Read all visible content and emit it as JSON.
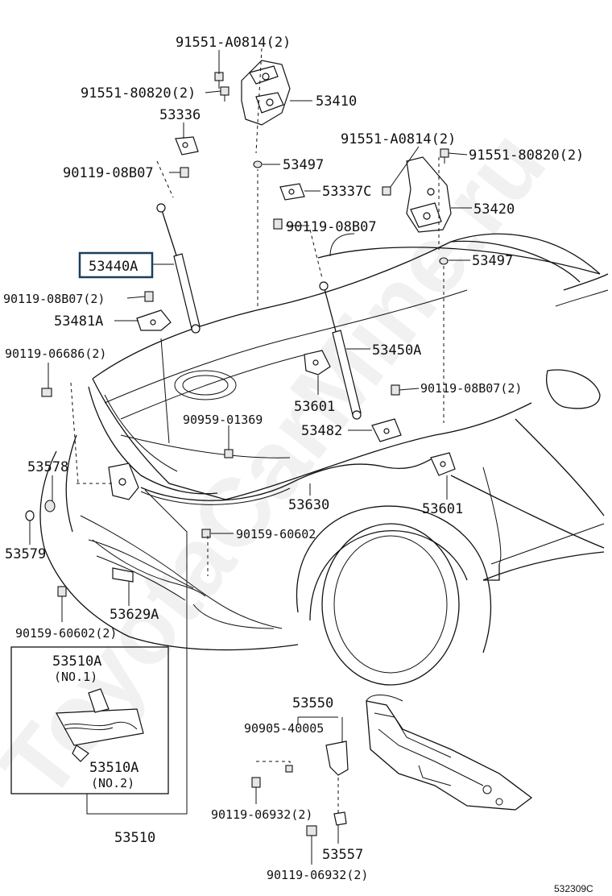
{
  "diagram_code": "532309C",
  "watermark": "ToyotaCarMine.ru",
  "labels": {
    "p_91551_a0814_top": "91551-A0814(2)",
    "p_91551_80820_left": "91551-80820(2)",
    "p_53410": "53410",
    "p_53336": "53336",
    "p_90119_08b07_left": "90119-08B07",
    "p_53497_top": "53497",
    "p_91551_a0814_right": "91551-A0814(2)",
    "p_91551_80820_right": "91551-80820(2)",
    "p_53337c": "53337C",
    "p_53420": "53420",
    "p_90119_08b07_mid": "90119-08B07",
    "p_53497_right": "53497",
    "p_53440a": "53440A",
    "p_90119_08b07_2_left": "90119-08B07(2)",
    "p_53481a": "53481A",
    "p_53450a": "53450A",
    "p_90119_06686": "90119-06686(2)",
    "p_53601_mid": "53601",
    "p_90119_08b07_2_right": "90119-08B07(2)",
    "p_90959_01369": "90959-01369",
    "p_53482": "53482",
    "p_53578": "53578",
    "p_53630": "53630",
    "p_53601_right": "53601",
    "p_90159_60602": "90159-60602",
    "p_53579": "53579",
    "p_53629a": "53629A",
    "p_90159_60602_2": "90159-60602(2)",
    "p_53510a_1": "53510A",
    "p_no1": "(NO.1)",
    "p_53510a_2": "53510A",
    "p_no2": "(NO.2)",
    "p_53510": "53510",
    "p_53550": "53550",
    "p_90905_40005": "90905-40005",
    "p_90119_06932_a": "90119-06932(2)",
    "p_53557": "53557",
    "p_90119_06932_b": "90119-06932(2)"
  }
}
